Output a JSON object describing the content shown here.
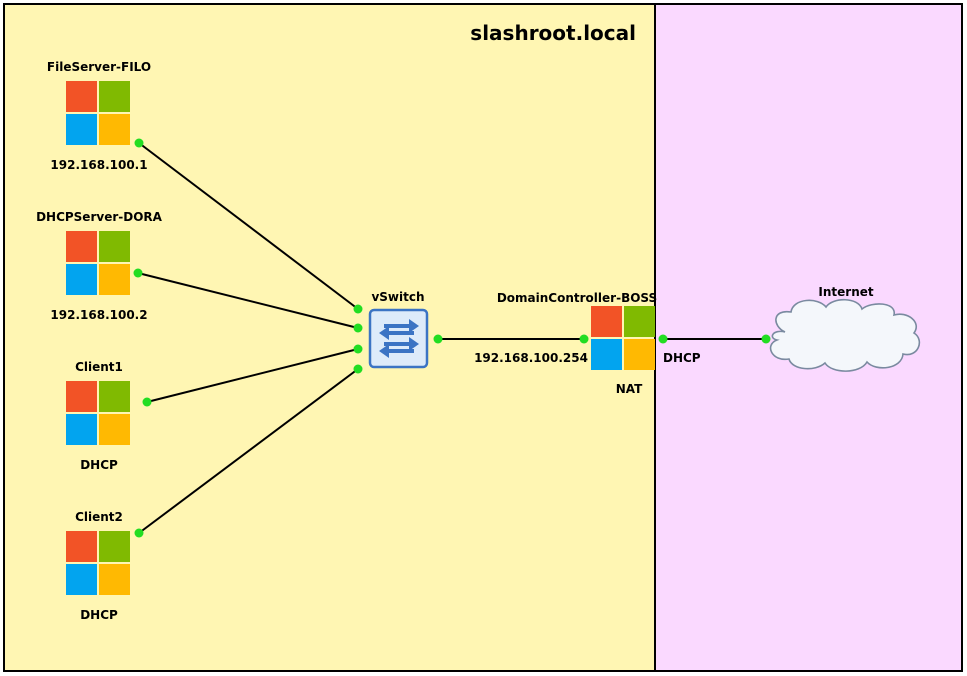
{
  "domain_title": "slashroot.local",
  "colors": {
    "local_zone": "#FFF6B3",
    "external_zone": "#FAD9FF",
    "link": "#000000",
    "port": "#22DD22",
    "tile_red": "#F25326",
    "tile_green": "#80BA01",
    "tile_blue": "#02A4EF",
    "tile_yellow": "#FFB902",
    "switch_fill": "#DDEBFA",
    "switch_stroke": "#3B74C4",
    "cloud_fill": "#F4F7FB",
    "cloud_stroke": "#7A8AA0"
  },
  "nodes": {
    "fileserver": {
      "name": "FileServer-FILO",
      "sub": "192.168.100.1",
      "icon": "windows-logo-icon"
    },
    "dhcpserver": {
      "name": "DHCPServer-DORA",
      "sub": "192.168.100.2",
      "icon": "windows-logo-icon"
    },
    "client1": {
      "name": "Client1",
      "sub": "DHCP",
      "icon": "windows-logo-icon"
    },
    "client2": {
      "name": "Client2",
      "sub": "DHCP",
      "icon": "windows-logo-icon"
    },
    "vswitch": {
      "name": "vSwitch",
      "icon": "switch-arrows-icon"
    },
    "dc": {
      "name": "DomainController-BOSS",
      "sub": "NAT",
      "ip": "192.168.100.254",
      "wan": "DHCP",
      "icon": "windows-logo-icon"
    },
    "internet": {
      "name": "Internet",
      "icon": "cloud-icon"
    }
  }
}
